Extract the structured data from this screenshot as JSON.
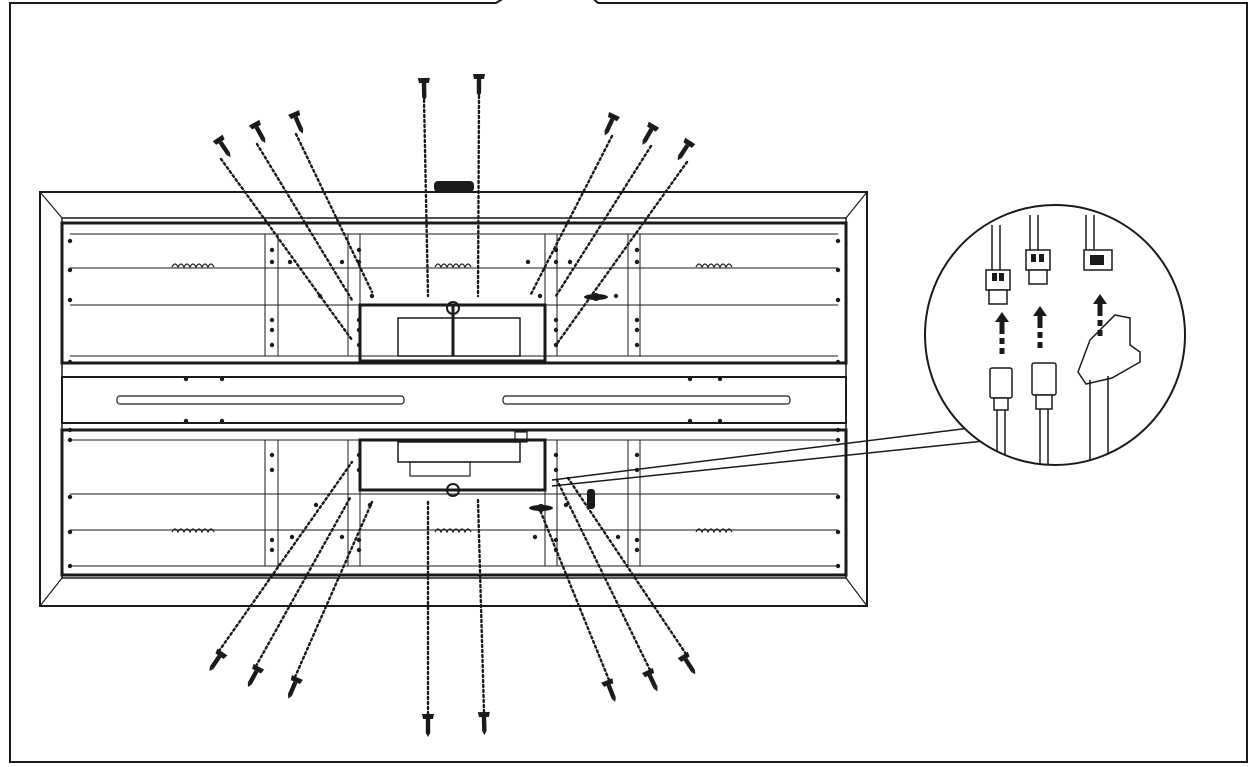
{
  "diagram": {
    "ink_color": "#1a1a1a",
    "background_color": "#ffffff",
    "screw_count_top": 8,
    "screw_count_bottom": 8,
    "connector_count": 3,
    "icons": [
      "screw-icon",
      "connector-plug-icon",
      "arrow-up-icon"
    ]
  }
}
